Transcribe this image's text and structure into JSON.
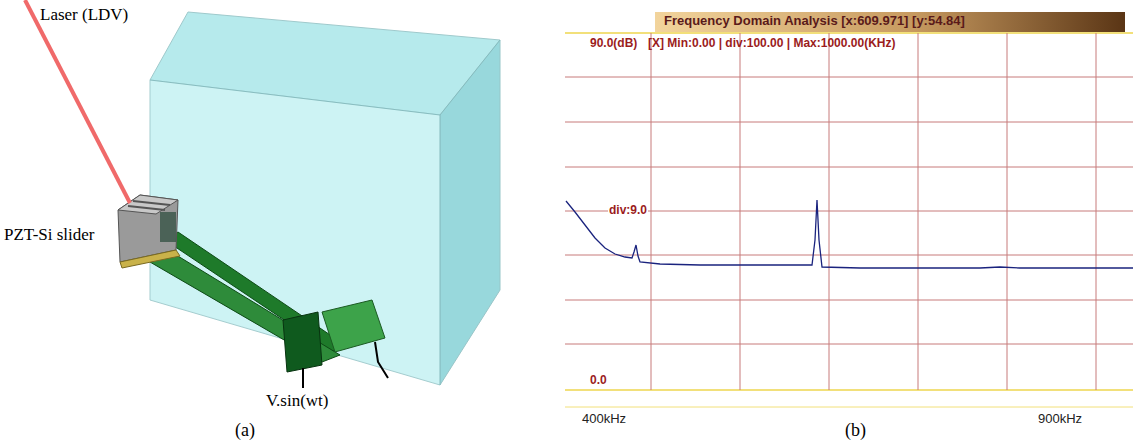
{
  "diagram": {
    "labels": [
      "Laser (LDV)",
      "PZT-Si slider",
      "V.sin(wt)",
      "(a)",
      "Frequency Domain Analysis [x:609.971] [y:54.84]",
      "90.0(dB)",
      "[X] Min:0.00 | div:100.00 | Max:1000.00(KHz)",
      "div:9.0",
      "0.0",
      "400kHz",
      "900kHz",
      "(b)"
    ]
  }
}
